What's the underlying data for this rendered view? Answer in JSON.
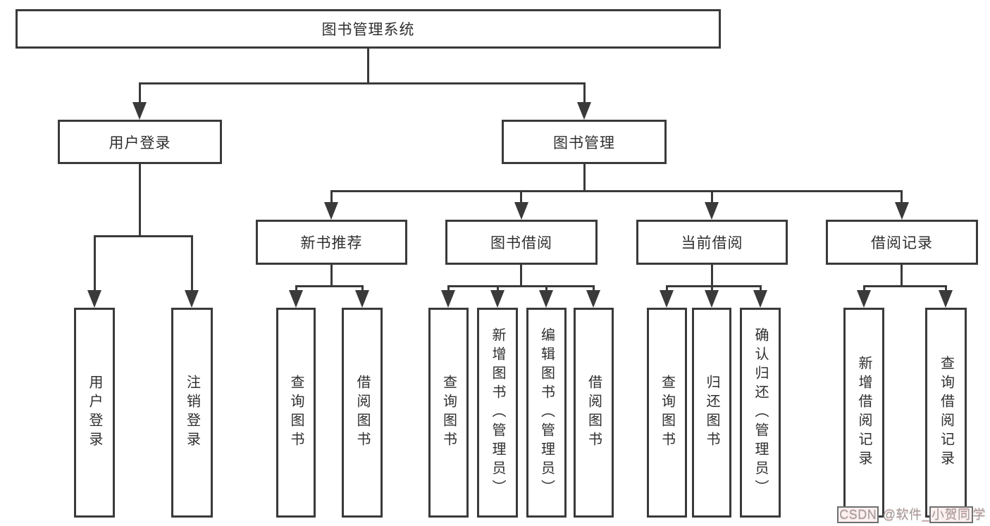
{
  "colors": {
    "line": "#3a3a3a",
    "text": "#2f2f2f",
    "background": "#ffffff",
    "watermark_gray": "#9e9e9e",
    "watermark_pink": "#fdf0f0"
  },
  "nodes": {
    "root": "图书管理系统",
    "user_login": "用户登录",
    "book_management": "图书管理",
    "new_book_recommend": "新书推荐",
    "book_borrow": "图书借阅",
    "current_borrow": "当前借阅",
    "borrow_records": "借阅记录"
  },
  "leaves": {
    "login": [
      "用户登录",
      "注销登录"
    ],
    "recommend": [
      "查询图书",
      "借阅图书"
    ],
    "borrow": [
      "查询图书",
      "新增图书（管理员）",
      "编辑图书（管理员）",
      "借阅图书"
    ],
    "current": [
      "查询图书",
      "归还图书",
      "确认归还（管理员）"
    ],
    "records": [
      "新增借阅记录",
      "查询借阅记录"
    ]
  },
  "watermark": {
    "full_text": "CSDN @软件_小贺同学",
    "seg_logo": "CSDN",
    "seg_at": " @软件_",
    "seg_name": "小贺同",
    "seg_tail": "学"
  }
}
